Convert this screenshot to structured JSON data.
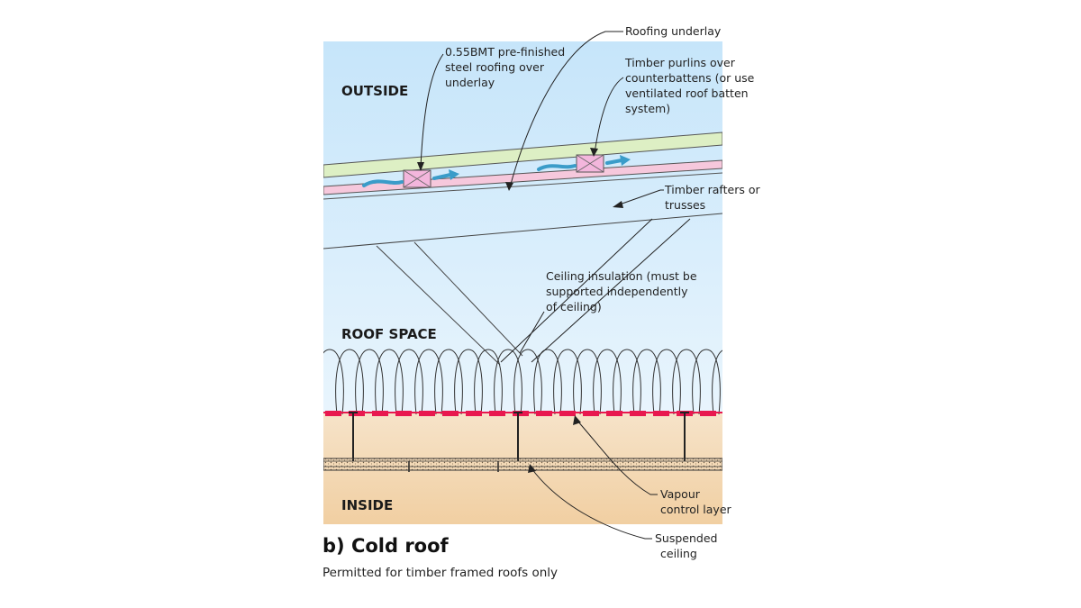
{
  "zones": {
    "outside": "OUTSIDE",
    "roof_space": "ROOF SPACE",
    "inside": "INSIDE"
  },
  "labels": {
    "steel_roofing": [
      "0.55BMT pre-finished",
      "steel roofing over",
      "underlay"
    ],
    "roofing_underlay": [
      "Roofing underlay"
    ],
    "purlins": [
      "Timber purlins over",
      "counterbattens (or use",
      "ventilated roof batten",
      "system)"
    ],
    "rafters": [
      "Timber rafters or",
      "trusses"
    ],
    "insulation": [
      "Ceiling insulation (must be",
      "supported independently",
      "of ceiling)"
    ],
    "vapour": [
      "Vapour",
      "control layer"
    ],
    "ceiling": [
      "Suspended",
      "ceiling"
    ]
  },
  "caption": {
    "title": "b) Cold roof",
    "subtitle": "Permitted for timber framed roofs only"
  },
  "colors": {
    "sky_top": "#cfe9fb",
    "sky_bottom": "#e6f4fd",
    "inside_fill": "#f3d9b6",
    "roof_sheet": "#ddefc4",
    "underlay": "#f6c8dc",
    "batten": "#f3b6dc",
    "vapour_layer": "#e8184f",
    "airflow": "#3a9cc9"
  }
}
